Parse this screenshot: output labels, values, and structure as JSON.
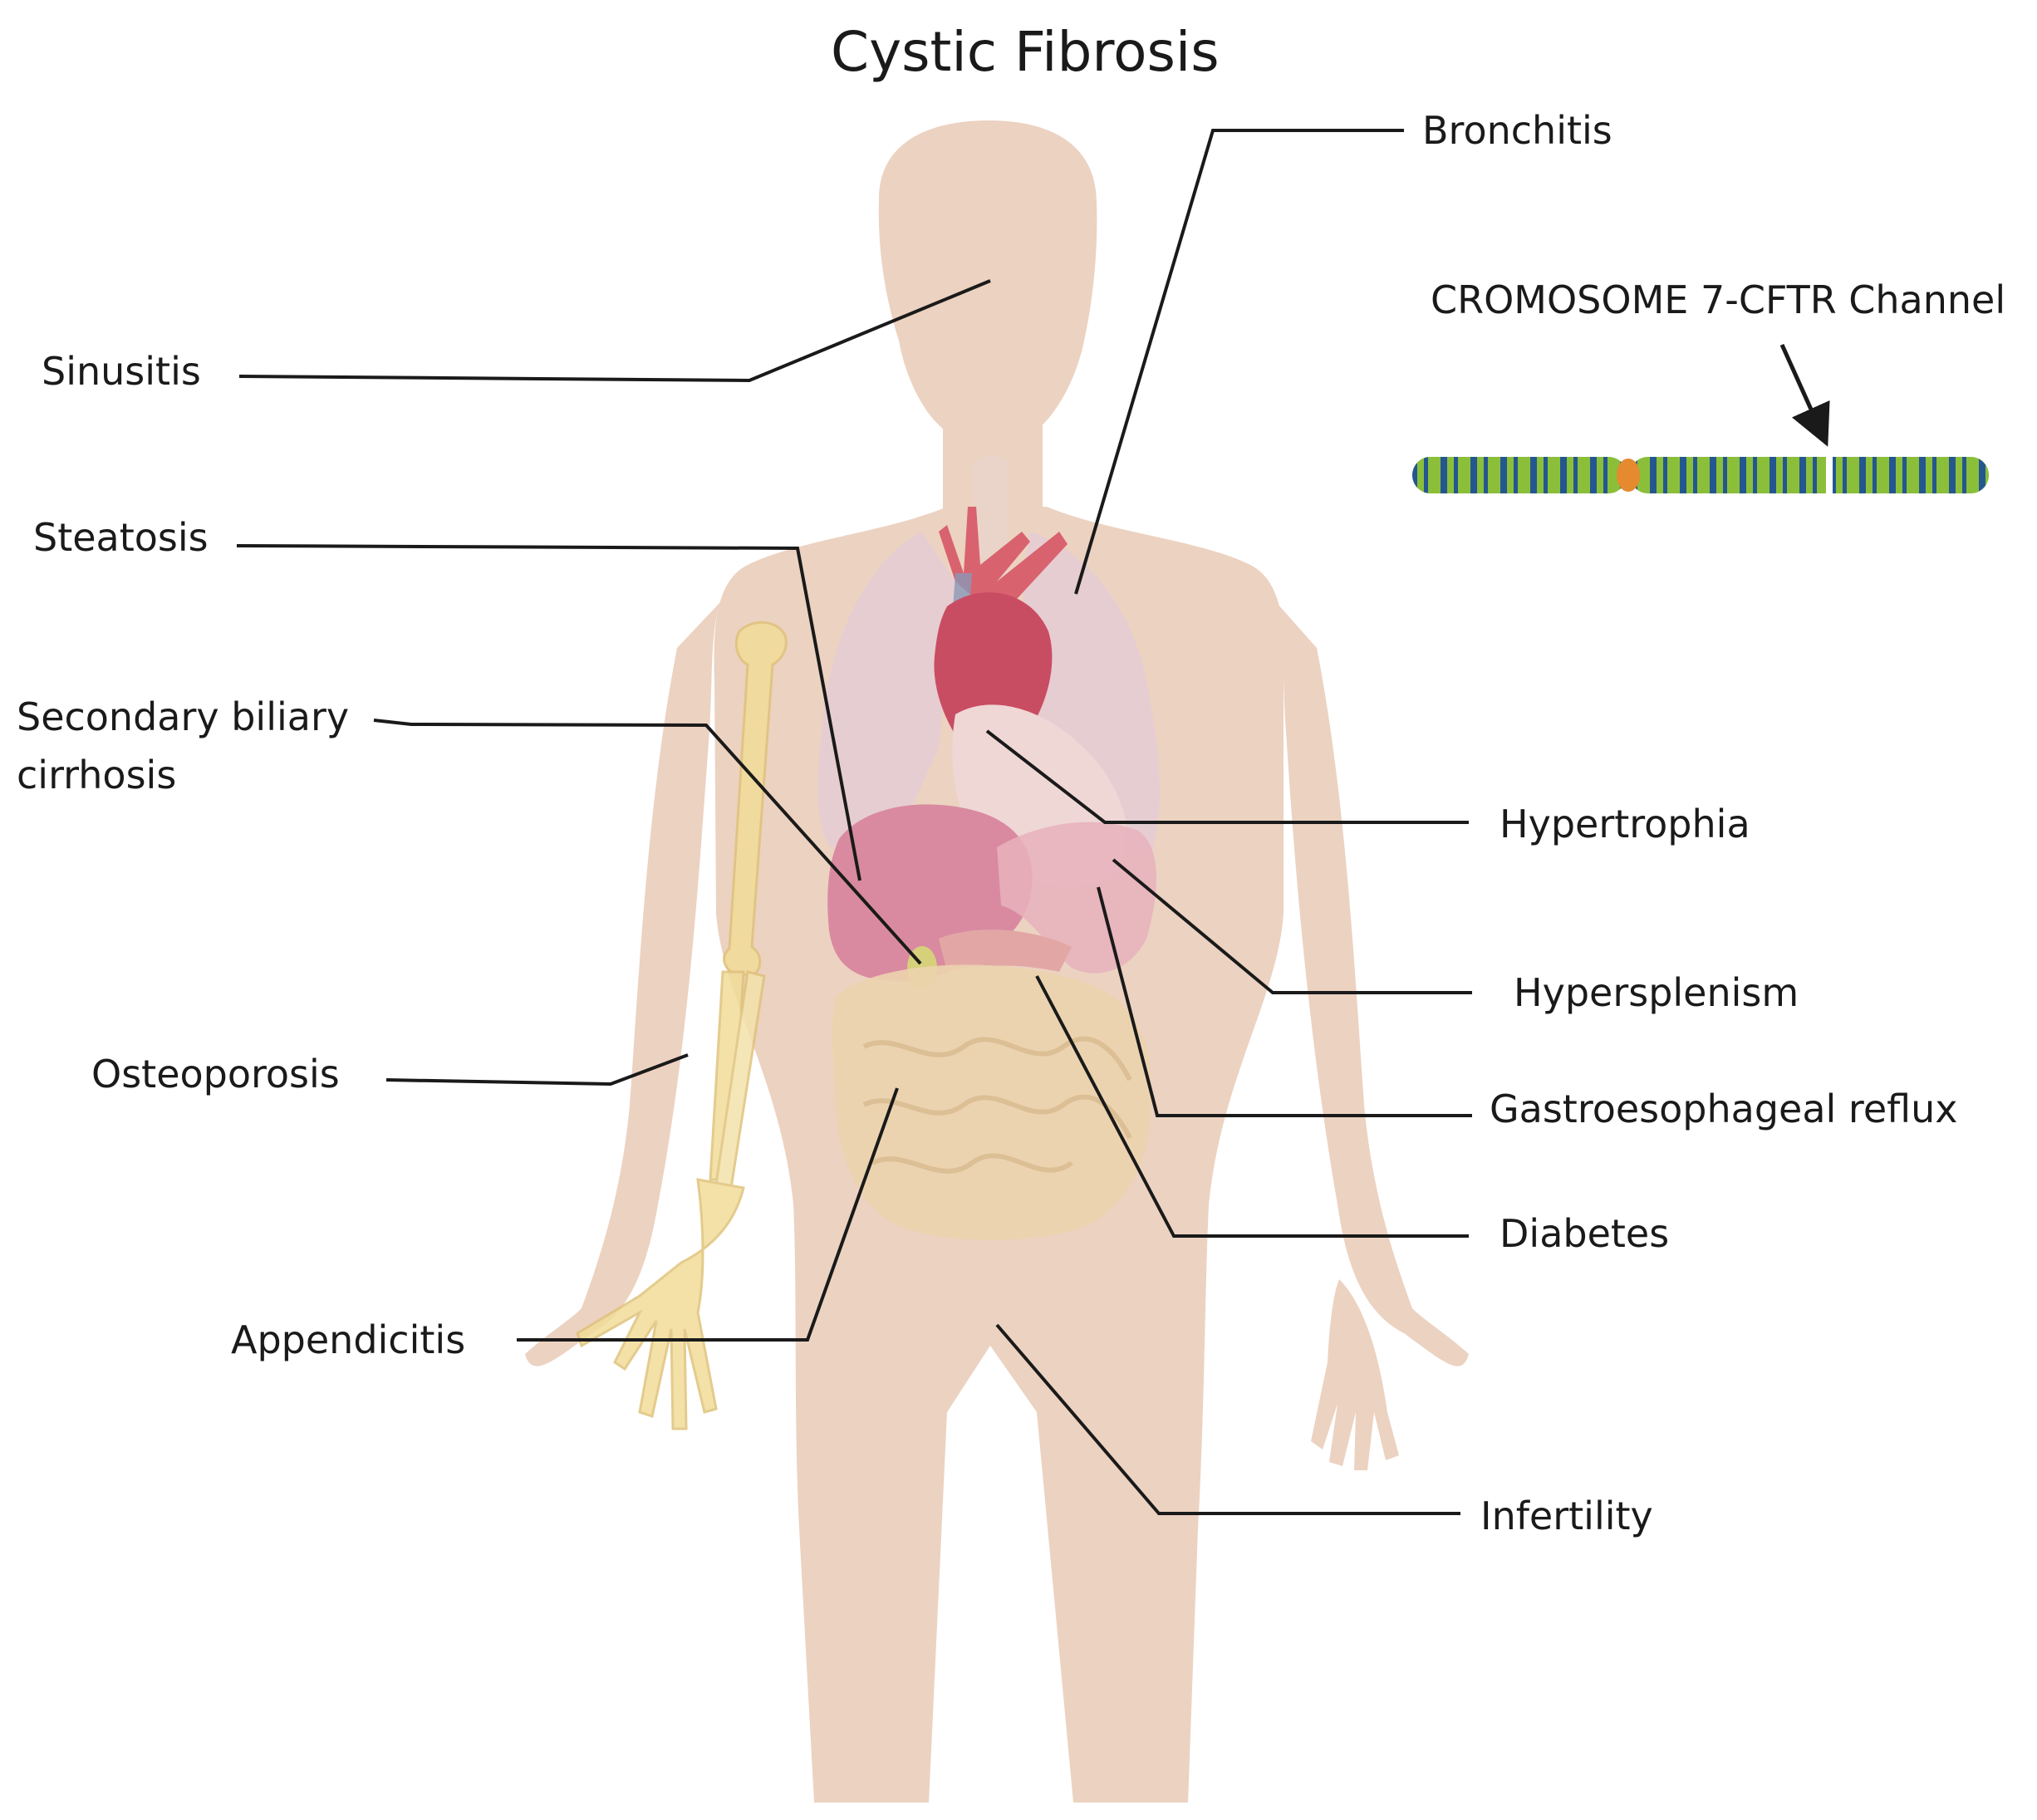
{
  "title": "Cystic Fibrosis",
  "chromosome": {
    "label": "CROMOSOME 7-CFTR Channel"
  },
  "labels": {
    "sinusitis": "Sinusitis",
    "steatosis": "Steatosis",
    "secondary_biliary_cirrhosis": "Secondary biliary cirrhosis",
    "osteoporosis": "Osteoporosis",
    "appendicitis": "Appendicitis",
    "bronchitis": "Bronchitis",
    "hypertrophia": "Hypertrophia",
    "hypersplenism": "Hypersplenism",
    "gastroesophageal_reflux": "Gastroesophageal reflux",
    "diabetes": "Diabetes",
    "infertility": "Infertility"
  },
  "colors": {
    "body": "#ecd2c1",
    "leader_lines": "#1a1a1a",
    "lungs": "#e6cdd2",
    "heart": "#c94d62",
    "liver": "#d98aa0",
    "intestines": "#ecd3ae",
    "bone": "#f1dc99",
    "chromosome_green": "#8bbf3a",
    "chromosome_blue": "#24578f",
    "chromosome_centromere": "#e58a2f"
  }
}
